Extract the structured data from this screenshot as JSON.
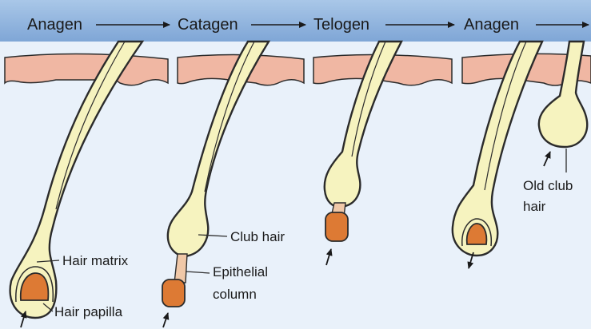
{
  "stages": [
    "Anagen",
    "Catagen",
    "Telogen",
    "Anagen"
  ],
  "labels": {
    "hair_matrix": "Hair matrix",
    "hair_papilla": "Hair papilla",
    "club_hair": "Club hair",
    "epithelial_column": [
      "Epithelial",
      "column"
    ],
    "old_club_hair": [
      "Old club",
      "hair"
    ]
  },
  "colors": {
    "header": "#8fb4de",
    "background": "#e9f1fa",
    "skin": "#f0b7a3",
    "hair": "#f6f3bf",
    "papilla": "#dd7a34",
    "outline": "#2b2b2b"
  }
}
